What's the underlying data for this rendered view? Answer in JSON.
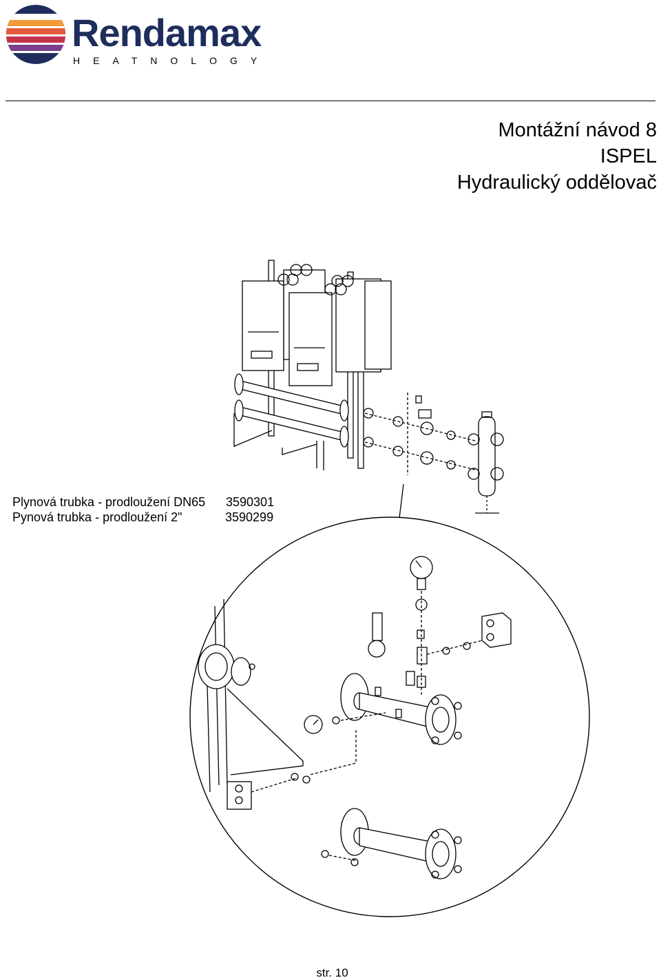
{
  "brand": {
    "name": "Rendamax",
    "tagline": "HEATNOLOGY",
    "colors": {
      "blue": "#1e2d5c",
      "red": "#d9393c",
      "orange": "#f39a3a",
      "purple": "#7a3f8d"
    }
  },
  "header": {
    "line1": "Montážní návod 8",
    "line2": "ISPEL",
    "line3": "Hydraulický oddělovač"
  },
  "parts": [
    {
      "name": "Plynová trubka - prodloužení DN65",
      "code": "3590301"
    },
    {
      "name": "Pynová trubka - prodloužení 2\"",
      "code": "3590299"
    }
  ],
  "footer": {
    "page": "str. 10"
  }
}
